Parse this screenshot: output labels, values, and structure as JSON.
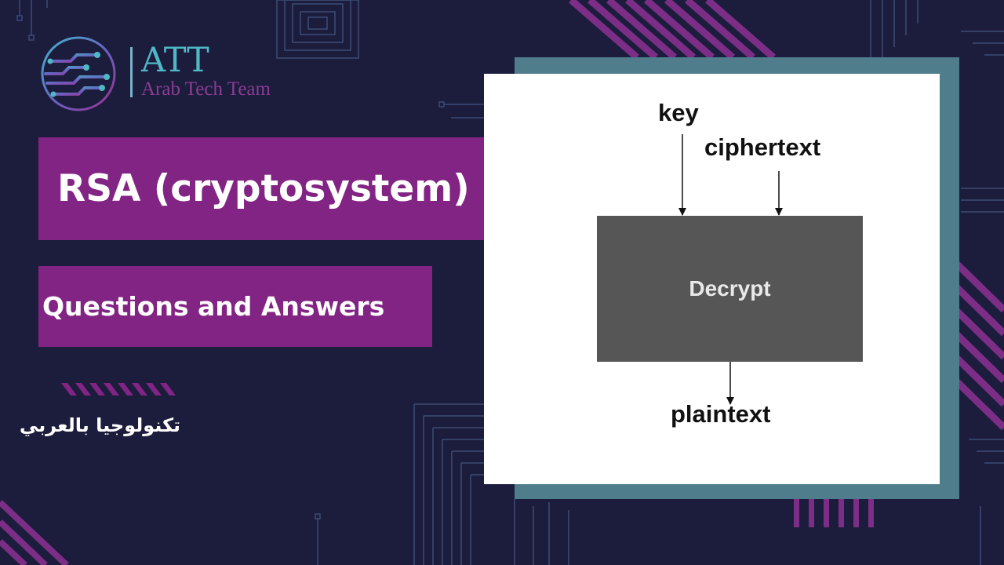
{
  "logo": {
    "name": "ATT",
    "tagline": "Arab Tech Team"
  },
  "title": "RSA (cryptosystem)",
  "subtitle": "Questions and Answers",
  "arabic_caption": "تكنولوجيا بالعربي",
  "diagram": {
    "key_label": "key",
    "ciphertext_label": "ciphertext",
    "block_label": "Decrypt",
    "plaintext_label": "plaintext"
  },
  "colors": {
    "background": "#1c1c3d",
    "accent_purple": "#822483",
    "logo_teal": "#4fb8c4",
    "diagram_shadow": "#4f7d8c",
    "decrypt_block": "#565656"
  }
}
